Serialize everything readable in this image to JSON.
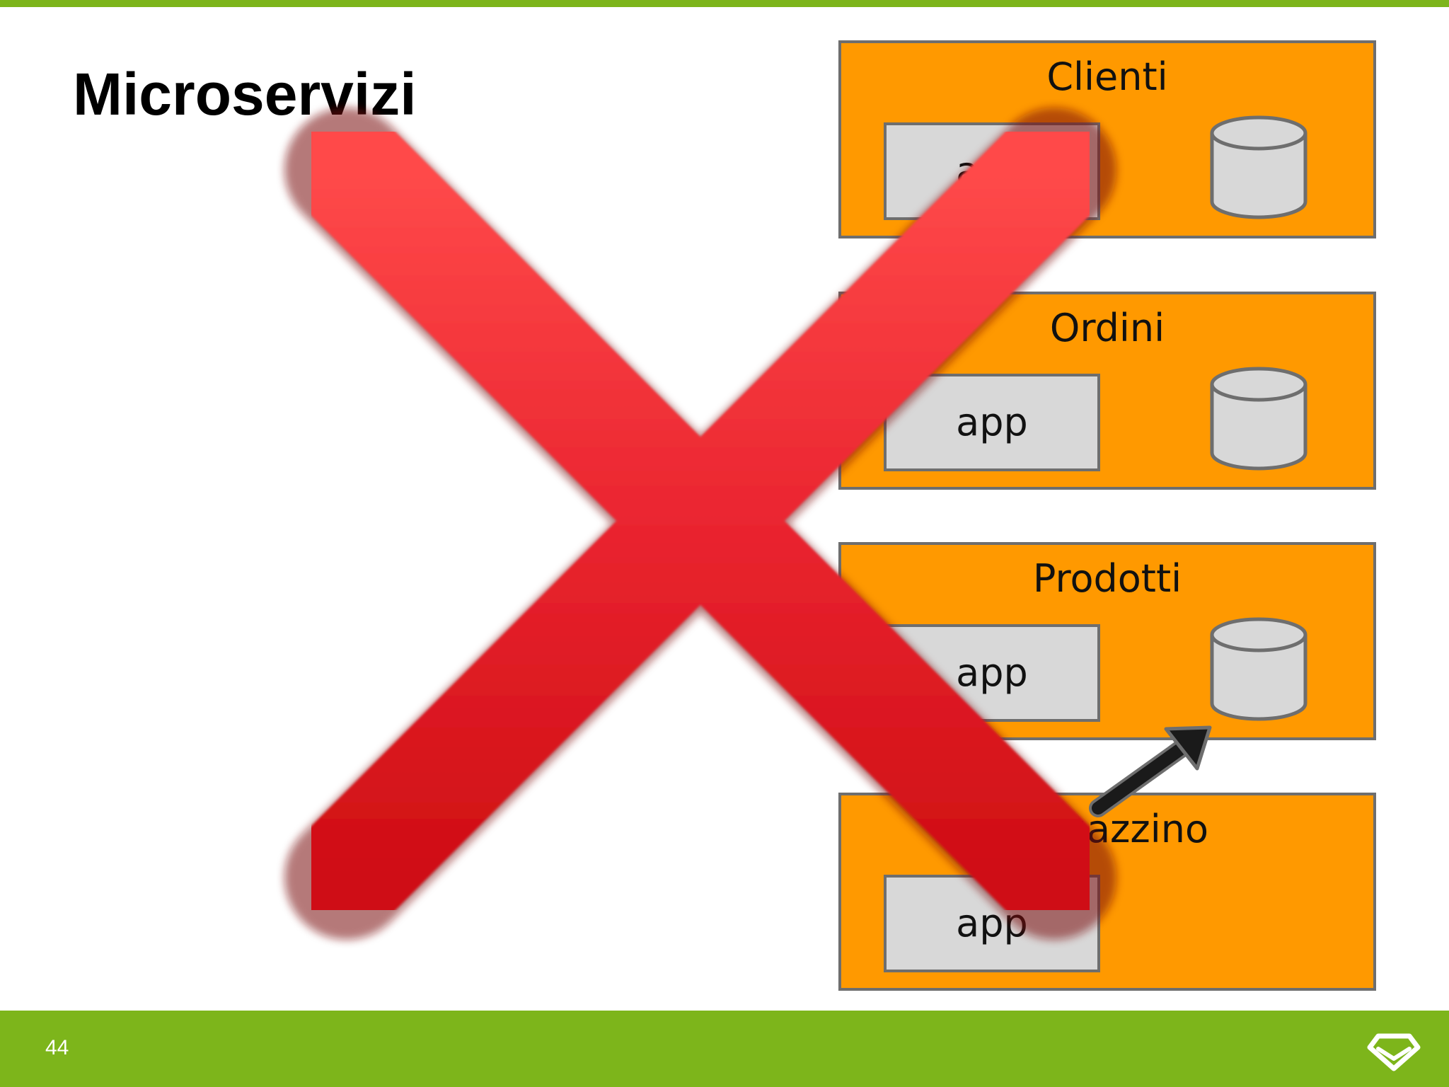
{
  "slide": {
    "title": "Microservizi",
    "page_number": "44"
  },
  "services": [
    {
      "name": "Clienti",
      "app_label": "app"
    },
    {
      "name": "Ordini",
      "app_label": "app"
    },
    {
      "name": "Prodotti",
      "app_label": "app"
    },
    {
      "name": "Magazzino",
      "app_label": "app"
    }
  ],
  "overlay": {
    "icon": "cross-mark-icon",
    "color": "#e8202a"
  },
  "colors": {
    "accent_green": "#7db51b",
    "service_orange": "#ff9900",
    "component_gray": "#d8d8d8",
    "border_gray": "#6e6e6e"
  }
}
